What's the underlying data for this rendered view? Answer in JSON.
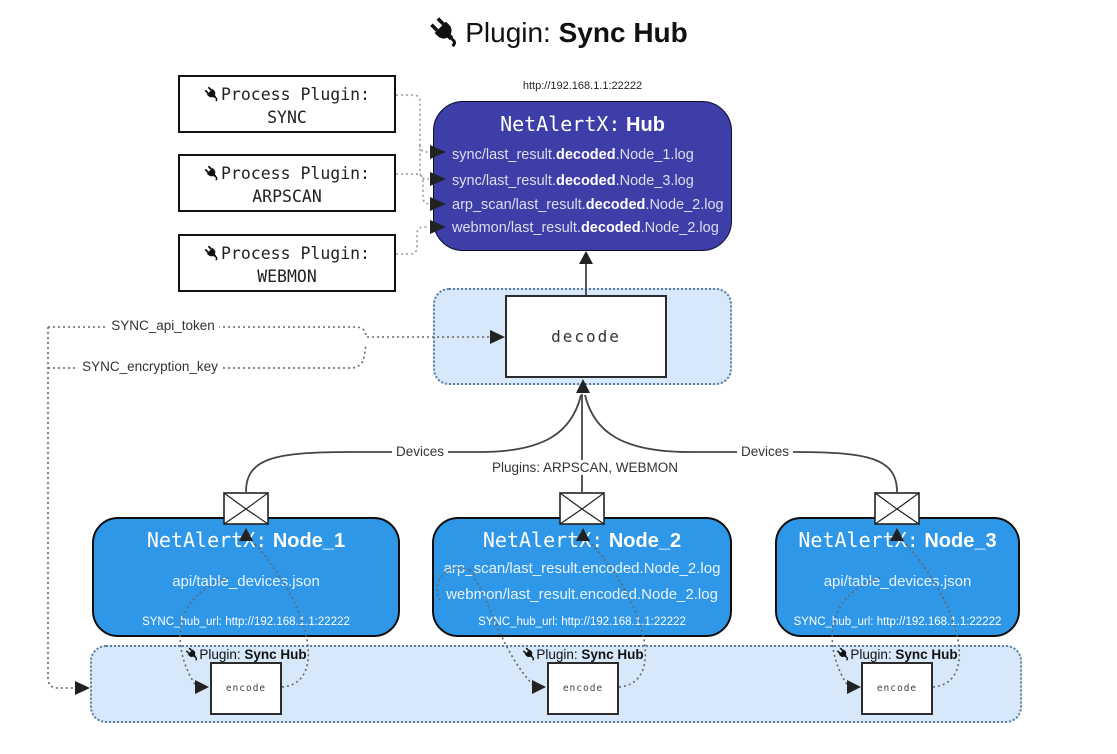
{
  "title": {
    "prefix": "Plugin:",
    "name": "Sync Hub"
  },
  "hub": {
    "url": "http://192.168.1.1:22222",
    "title_prefix": "NetAlertX:",
    "title_name": "Hub",
    "lines": [
      {
        "pre": "sync/last_result.",
        "bold": "decoded",
        "post": ".Node_1.log"
      },
      {
        "pre": "sync/last_result.",
        "bold": "decoded",
        "post": ".Node_3.log"
      },
      {
        "pre": "arp_scan/last_result.",
        "bold": "decoded",
        "post": ".Node_2.log"
      },
      {
        "pre": "webmon/last_result.",
        "bold": "decoded",
        "post": ".Node_2.log"
      }
    ]
  },
  "process_plugins": [
    {
      "label": "Process Plugin:",
      "name": "SYNC"
    },
    {
      "label": "Process Plugin:",
      "name": "ARPSCAN"
    },
    {
      "label": "Process Plugin:",
      "name": "WEBMON"
    }
  ],
  "decode_label": "decode",
  "config": {
    "api_token": "SYNC_api_token",
    "encryption_key": "SYNC_encryption_key"
  },
  "edge_labels": {
    "devices_left": "Devices",
    "plugins_mid": "Plugins: ARPSCAN, WEBMON",
    "devices_right": "Devices"
  },
  "nodes": [
    {
      "title_prefix": "NetAlertX:",
      "title_name": "Node_1",
      "lines": [
        "api/table_devices.json"
      ],
      "footer": "SYNC_hub_url: http://192.168.1.1:22222"
    },
    {
      "title_prefix": "NetAlertX:",
      "title_name": "Node_2",
      "lines": [
        "arp_scan/last_result.encoded.Node_2.log",
        "webmon/last_result.encoded.Node_2.log"
      ],
      "footer": "SYNC_hub_url: http://192.168.1.1:22222"
    },
    {
      "title_prefix": "NetAlertX:",
      "title_name": "Node_3",
      "lines": [
        "api/table_devices.json"
      ],
      "footer": "SYNC_hub_url: http://192.168.1.1:22222"
    }
  ],
  "encoders": [
    {
      "label_prefix": "Plugin:",
      "label_name": "Sync Hub",
      "box": "encode"
    },
    {
      "label_prefix": "Plugin:",
      "label_name": "Sync Hub",
      "box": "encode"
    },
    {
      "label_prefix": "Plugin:",
      "label_name": "Sync Hub",
      "box": "encode"
    }
  ],
  "colors": {
    "hub_fill": "#3e3ea8",
    "node_fill": "#2e97e8",
    "container_fill": "#d7e8fa",
    "container_border": "#5d7d9e",
    "line_color": "#454545",
    "dotted_color": "#777777"
  }
}
